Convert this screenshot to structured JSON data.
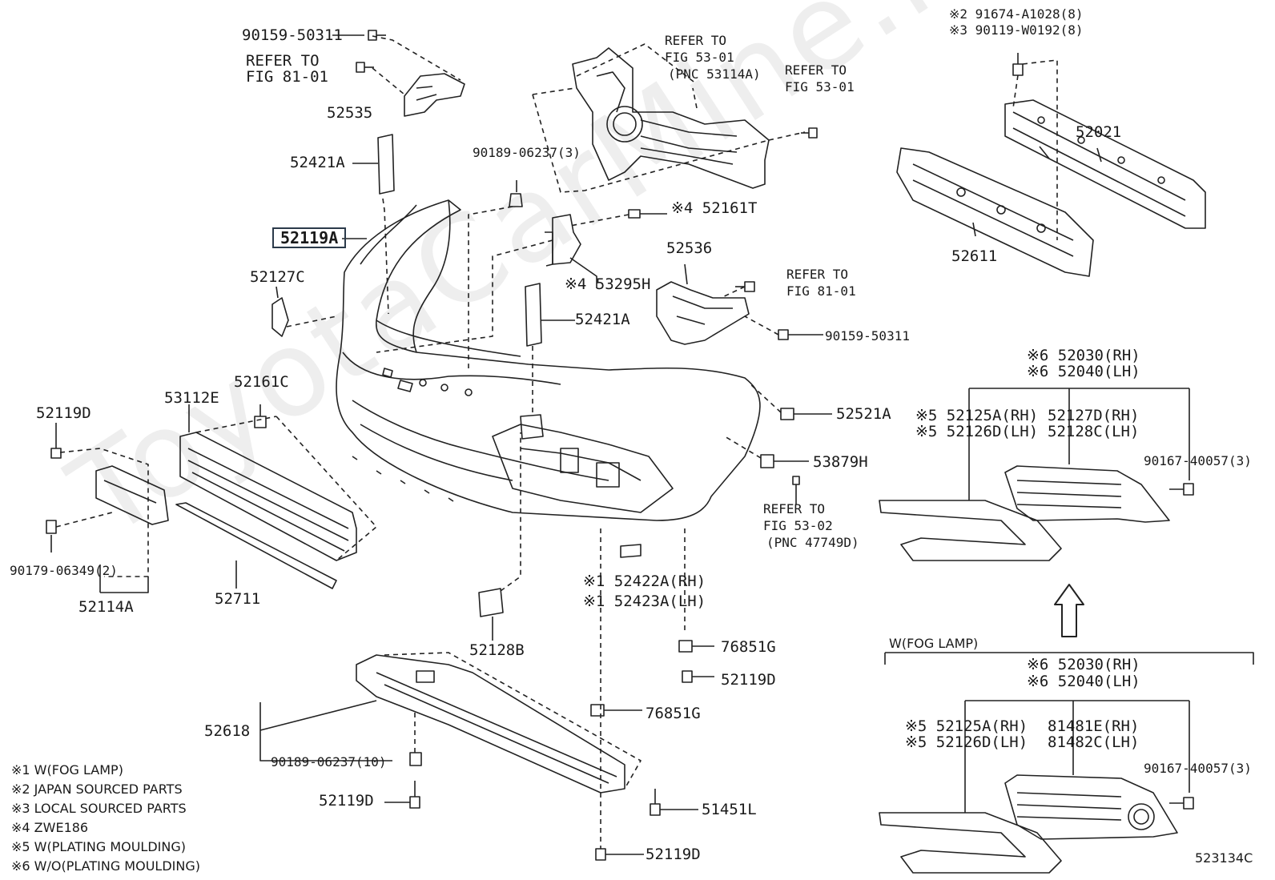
{
  "diagram_id": "523134C",
  "watermark": "ToyotaCarMine.ru",
  "highlighted_part": "52119A",
  "parts": {
    "p90159_top": "90159-50311",
    "ref81_top_1": "REFER TO",
    "ref81_top_2": "FIG 81-01",
    "p52535": "52535",
    "p52421A_left": "52421A",
    "p52119A": "52119A",
    "p52127C": "52127C",
    "p90189_06237_3": "90189-06237(3)",
    "ref53_grille_1": "REFER TO",
    "ref53_grille_2": "FIG 53-01",
    "ref53_grille_3": "(PNC 53114A)",
    "ref53_right_1": "REFER TO",
    "ref53_right_2": "FIG 53-01",
    "p52161T": "※4 52161T",
    "p53295H": "※4 53295H",
    "p52536": "52536",
    "ref81_mid_1": "REFER TO",
    "ref81_mid_2": "FIG 81-01",
    "p52421A_mid": "52421A",
    "p90159_mid": "90159-50311",
    "p52521A": "52521A",
    "p53879H": "53879H",
    "ref53_02_1": "REFER TO",
    "ref53_02_2": "FIG 53-02",
    "ref53_02_3": "(PNC 47749D)",
    "p91674": "※2 91674-A1028(8)",
    "p90119": "※3 90119-W0192(8)",
    "p52021": "52021",
    "p52611": "52611",
    "p52119D_left": "52119D",
    "p53112E": "53112E",
    "p52161C": "52161C",
    "p90179": "90179-06349(2)",
    "p52114A": "52114A",
    "p52711": "52711",
    "p52128B": "52128B",
    "p52422A": "※1 52422A(RH)",
    "p52423A": "※1 52423A(LH)",
    "p76851G_1": "76851G",
    "p52119D_mid1": "52119D",
    "p76851G_2": "76851G",
    "p52618": "52618",
    "p90189_10": "90189-06237(10)",
    "p52119D_bot_left": "52119D",
    "p51451L": "51451L",
    "p52119D_bot": "52119D"
  },
  "fog_top": {
    "p52030": "※6 52030(RH)",
    "p52040": "※6 52040(LH)",
    "p52125A": "※5 52125A(RH)",
    "p52126D": "※5 52126D(LH)",
    "p52127D": "52127D(RH)",
    "p52128C": "52128C(LH)",
    "p90167": "90167-40057(3)"
  },
  "fog_bottom": {
    "header": "W(FOG LAMP)",
    "p52030": "※6 52030(RH)",
    "p52040": "※6 52040(LH)",
    "p52125A": "※5 52125A(RH)",
    "p52126D": "※5 52126D(LH)",
    "p81481E": "81481E(RH)",
    "p81482C": "81482C(LH)",
    "p90167": "90167-40057(3)"
  },
  "notes": [
    "※1 W(FOG LAMP)",
    "※2 JAPAN SOURCED PARTS",
    "※3 LOCAL SOURCED PARTS",
    "※4 ZWE186",
    "※5 W(PLATING MOULDING)",
    "※6 W/O(PLATING MOULDING)"
  ]
}
